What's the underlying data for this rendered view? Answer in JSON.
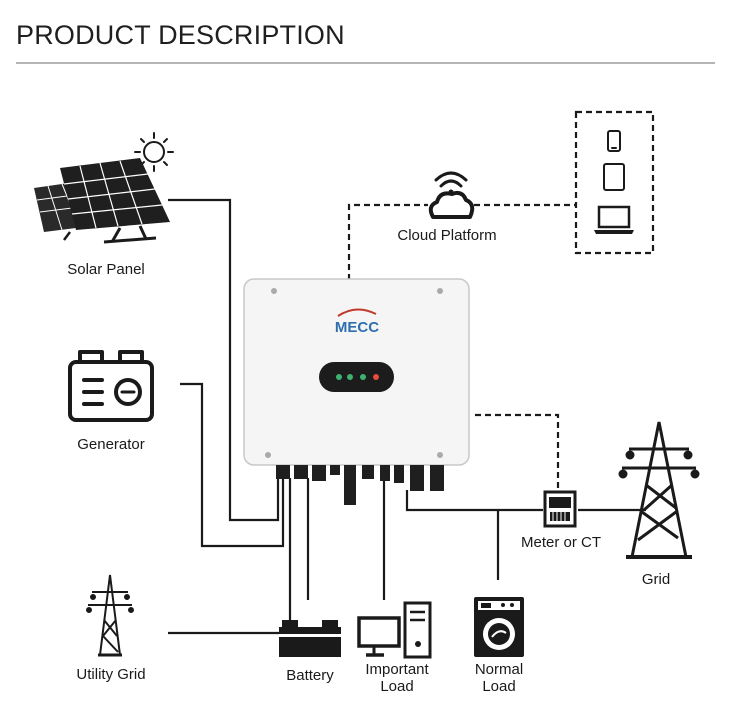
{
  "header": {
    "title": "PRODUCT DESCRIPTION"
  },
  "inverter": {
    "brand": "MECC"
  },
  "nodes": {
    "solar_panel": "Solar Panel",
    "generator": "Generator",
    "utility_grid": "Utility Grid",
    "cloud_platform": "Cloud Platform",
    "meter": "Meter or CT",
    "grid": "Grid",
    "battery": "Battery",
    "important_load": [
      "Important",
      "Load"
    ],
    "normal_load": [
      "Normal",
      "Load"
    ]
  },
  "icons": [
    "sun-icon",
    "solar-panel-icon",
    "generator-icon",
    "transmission-tower-icon",
    "cloud-wifi-icon",
    "phone-icon",
    "tablet-icon",
    "laptop-icon",
    "meter-icon",
    "battery-icon",
    "computer-icon",
    "washing-machine-icon"
  ]
}
